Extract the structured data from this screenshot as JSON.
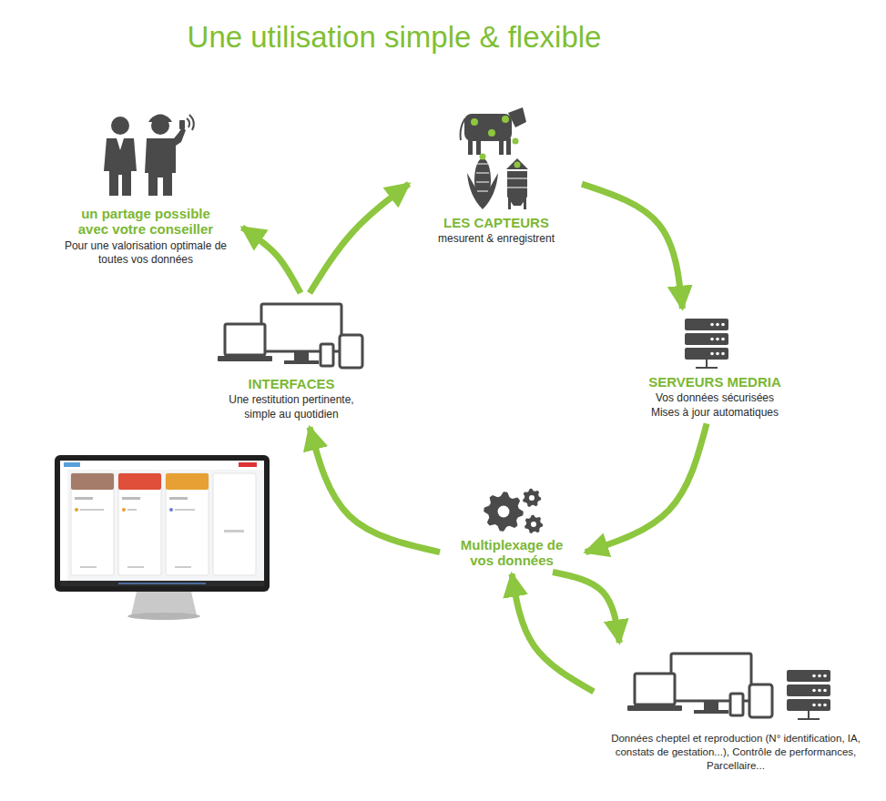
{
  "diagram": {
    "title": "Une utilisation simple & flexible",
    "nodes": [
      {
        "text": [
          "LES CAPTEURS",
          "mesurent & enregistrent"
        ]
      },
      {
        "text": [
          "SERVEURS MEDRIA",
          "Vos données sécurisées Mises à jour automatiques"
        ]
      },
      {
        "text": [
          "Multiplexage de vos données"
        ]
      },
      {
        "text": [
          "Données cheptel et reproduction (N° identification, IA, constats de gestation...), Contrôle de performances, Parcellaire..."
        ]
      },
      {
        "text": [
          "INTERFACES",
          "Une restitution pertinente, simple au quotidien"
        ]
      },
      {
        "text": [
          "un partage possible avec votre conseiller",
          "Pour une valorisation optimale de toutes vos données"
        ]
      }
    ],
    "edges": [
      {
        "from": 0,
        "to": 1,
        "arrow": "to"
      },
      {
        "from": 1,
        "to": 2,
        "arrow": "to"
      },
      {
        "from": 2,
        "to": 3,
        "arrow": "to"
      },
      {
        "from": 3,
        "to": 2,
        "arrow": "to"
      },
      {
        "from": 2,
        "to": 4,
        "arrow": "to"
      },
      {
        "from": 4,
        "to": 5,
        "arrow": "to"
      },
      {
        "from": 4,
        "to": 0,
        "arrow": "to"
      }
    ]
  }
}
